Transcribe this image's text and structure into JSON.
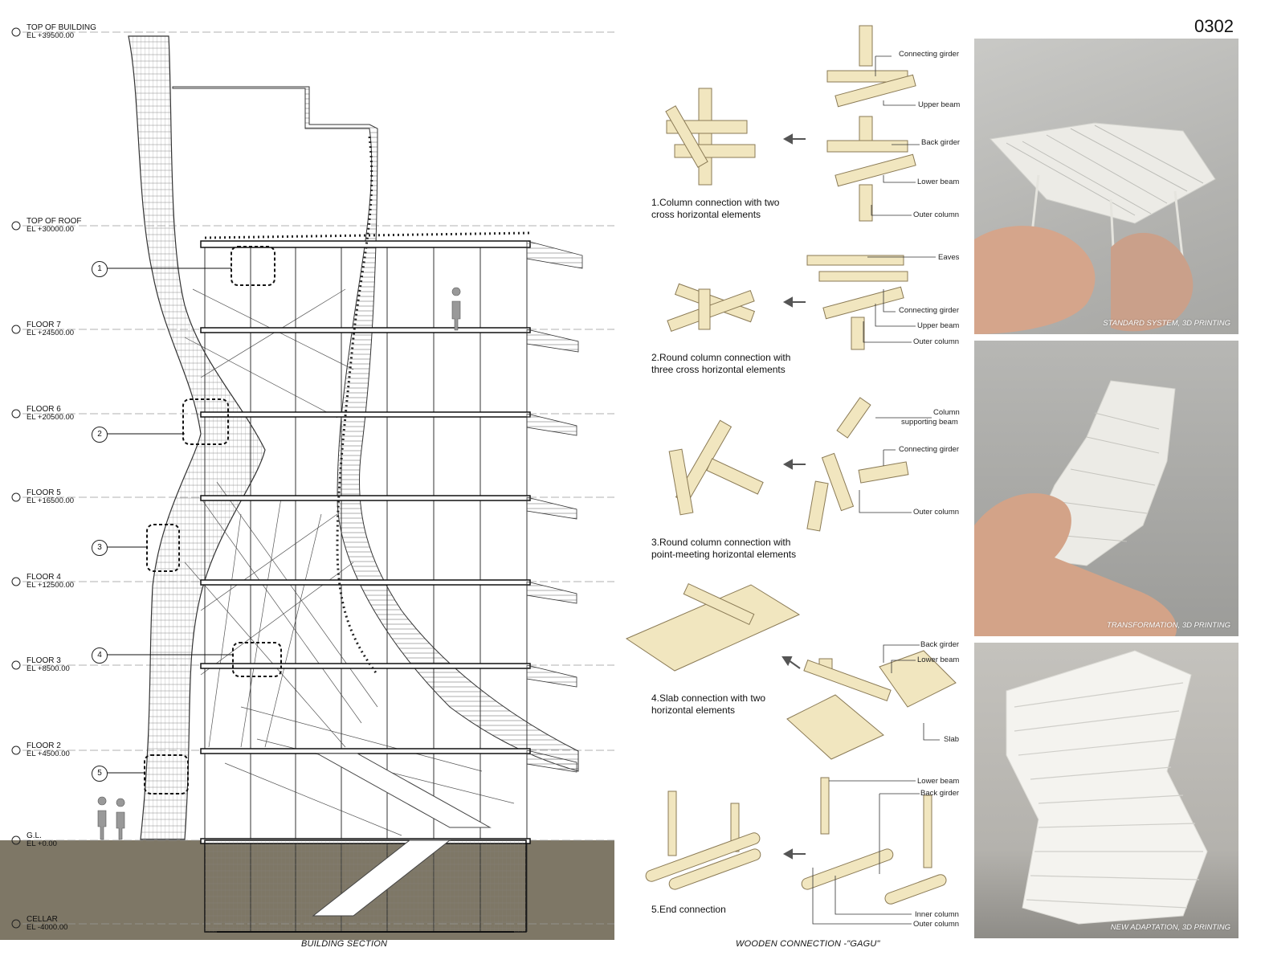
{
  "sheet_number": "0302",
  "section": {
    "caption": "BUILDING SECTION",
    "levels": [
      {
        "name": "TOP OF BUILDING",
        "elevation": "EL +39500.00"
      },
      {
        "name": "TOP OF ROOF",
        "elevation": "EL +30000.00"
      },
      {
        "name": "FLOOR 7",
        "elevation": "EL +24500.00"
      },
      {
        "name": "FLOOR 6",
        "elevation": "EL +20500.00"
      },
      {
        "name": "FLOOR 5",
        "elevation": "EL +16500.00"
      },
      {
        "name": "FLOOR 4",
        "elevation": "EL +12500.00"
      },
      {
        "name": "FLOOR 3",
        "elevation": "EL +8500.00"
      },
      {
        "name": "FLOOR 2",
        "elevation": "EL +4500.00"
      },
      {
        "name": "G.L.",
        "elevation": "EL +0.00"
      },
      {
        "name": "CELLAR",
        "elevation": "EL -4000.00"
      }
    ],
    "callouts": [
      "1",
      "2",
      "3",
      "4",
      "5"
    ]
  },
  "connections": {
    "caption": "WOODEN CONNECTION -\"GAGU\"",
    "items": [
      {
        "title_line1": "1.Column connection with two",
        "title_line2": "cross horizontal elements",
        "labels": [
          "Connecting girder",
          "Upper beam",
          "Back girder",
          "Lower beam",
          "Outer column"
        ]
      },
      {
        "title_line1": "2.Round column connection with",
        "title_line2": "three cross horizontal elements",
        "labels": [
          "Eaves",
          "Connecting girder",
          "Upper beam",
          "Outer column"
        ]
      },
      {
        "title_line1": "3.Round column connection with",
        "title_line2": "point-meeting horizontal elements",
        "labels": [
          "Column",
          "supporting beam",
          "Connecting girder",
          "Outer column"
        ]
      },
      {
        "title_line1": "4.Slab connection with two",
        "title_line2": "horizontal elements",
        "labels": [
          "Back girder",
          "Lower beam",
          "Slab"
        ]
      },
      {
        "title_line1": "5.End connection",
        "title_line2": "",
        "labels": [
          "Lower beam",
          "Back girder",
          "Inner column",
          "Outer column"
        ]
      }
    ]
  },
  "photos": [
    {
      "caption": "STANDARD SYSTEM, 3D PRINTING"
    },
    {
      "caption": "TRANSFORMATION, 3D PRINTING"
    },
    {
      "caption": "NEW ADAPTATION, 3D PRINTING"
    }
  ],
  "colors": {
    "wood": "#f1e6bf",
    "wood_edge": "#8a7a55",
    "ground": "#7e7766",
    "line": "#222222"
  }
}
